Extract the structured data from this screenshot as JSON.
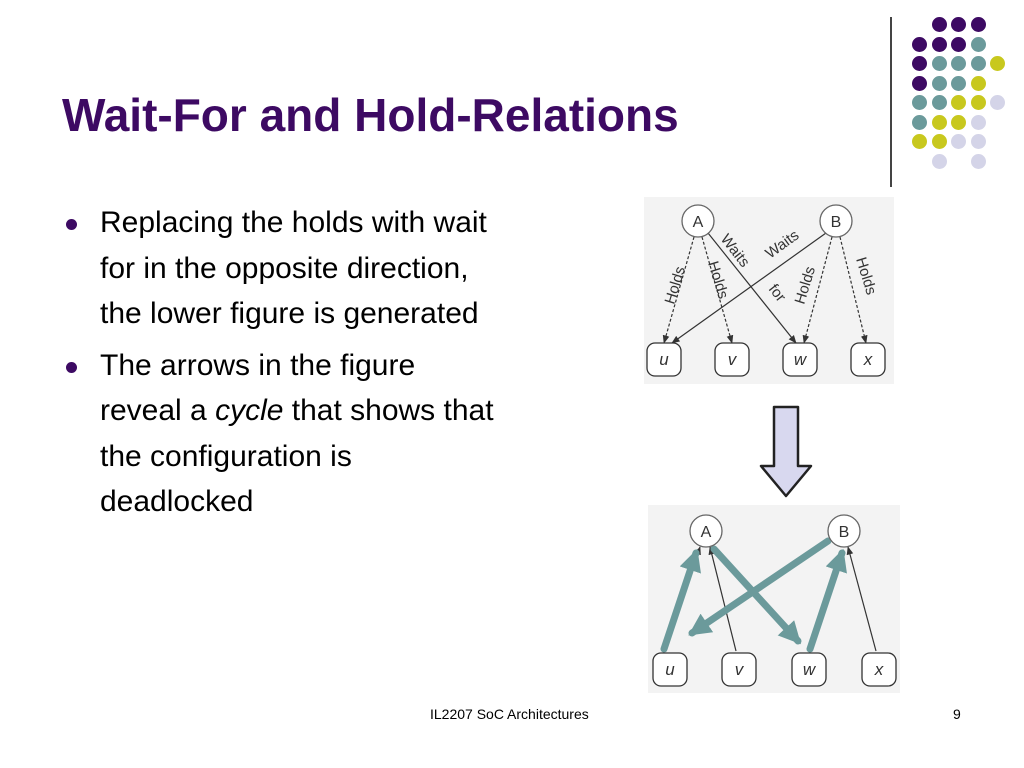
{
  "slide": {
    "title": "Wait-For and Hold-Relations",
    "bullets": [
      {
        "text": "Replacing the holds with wait for in the opposite direction, the lower figure is generated"
      },
      {
        "text_before": "The arrows in the figure reveal a ",
        "emphasis": "cycle",
        "text_after": " that shows that the configuration is deadlocked"
      }
    ],
    "footer": {
      "course": "IL2207 SoC Architectures",
      "page": "9"
    }
  },
  "figures": {
    "top": {
      "nodes": {
        "process_a": "A",
        "process_b": "B",
        "resource_u": "u",
        "resource_v": "v",
        "resource_w": "w",
        "resource_x": "x"
      },
      "edge_labels": {
        "a_to_u": "Holds",
        "a_to_v": "Holds",
        "a_to_w_waits": "Waits",
        "a_to_w_for": "for",
        "b_to_u": "Waits",
        "b_to_w": "Holds",
        "b_to_x": "Holds"
      }
    },
    "bottom": {
      "nodes": {
        "process_a": "A",
        "process_b": "B",
        "resource_u": "u",
        "resource_v": "v",
        "resource_w": "w",
        "resource_x": "x"
      }
    }
  },
  "colors": {
    "title": "#3d0a63",
    "bullet": "#3d0a63",
    "cycle_arrow": "#6b9a9b",
    "down_arrow_fill": "#d8d8ef",
    "dot_purple": "#3d0a63",
    "dot_teal": "#6b9a9b",
    "dot_yellow": "#c8c81e",
    "dot_lavender": "#d4d4e8"
  },
  "icons": {
    "down_arrow": "down-arrow-icon",
    "bullet": "bullet-dot-icon"
  }
}
